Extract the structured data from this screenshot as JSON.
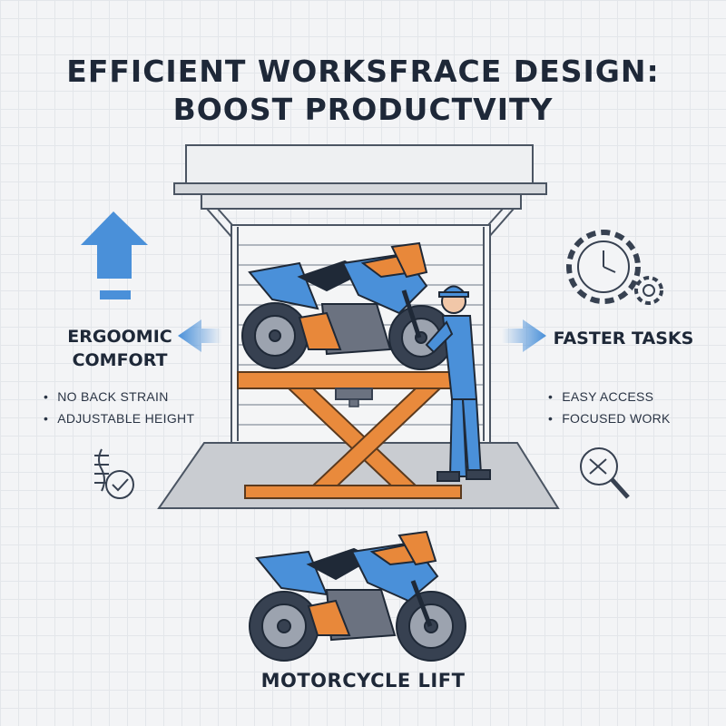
{
  "title": {
    "line1": "EFFICIENT WORKSFRACE DESIGN:",
    "line2": "BOOST PRODUCTVITY"
  },
  "left_panel": {
    "heading_line1": "ERGOOMIC",
    "heading_line2": "COMFORT",
    "bullets": [
      "NO BACK STRAIN",
      "ADJUSTABLE HEIGHT"
    ],
    "icons": [
      "up-arrow-icon",
      "left-arrow-icon",
      "spine-check-icon"
    ]
  },
  "right_panel": {
    "heading": "FASTER TASKS",
    "bullets": [
      "EASY ACCESS",
      "FOCUSED WORK"
    ],
    "icons": [
      "gear-clock-icon",
      "right-arrow-icon",
      "magnifier-tools-icon"
    ]
  },
  "bottom_label": "MOTORCYCLE LIFT",
  "colors": {
    "accent_blue": "#4a90d9",
    "accent_orange": "#e8883a",
    "lift_orange": "#e98a3c",
    "dark": "#1e2838"
  }
}
